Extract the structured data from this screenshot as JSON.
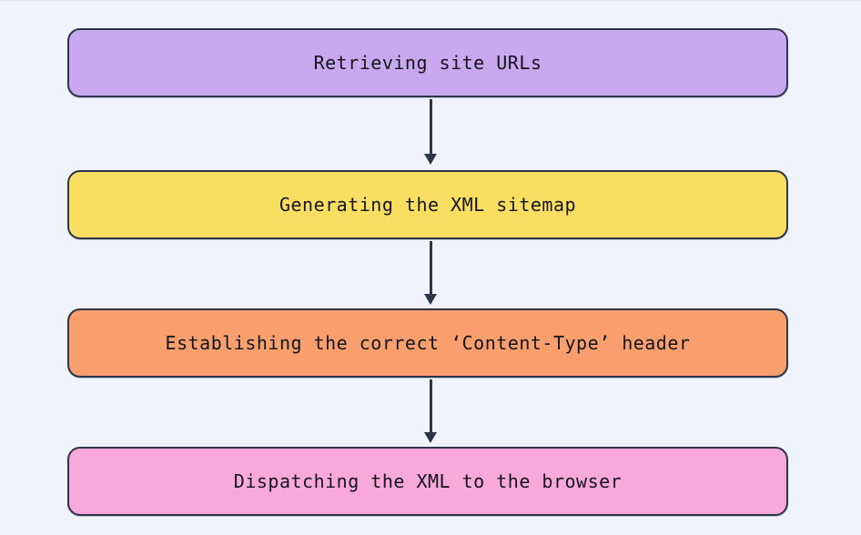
{
  "diagram": {
    "type": "flowchart",
    "orientation": "top-to-bottom",
    "background_color": "#f0f3fc",
    "border_color": "#2b3449",
    "text_color": "#14161c",
    "nodes": [
      {
        "id": "node-0",
        "label": "Retrieving site URLs",
        "fill_color": "#c9a8f0",
        "shape": "rounded-rectangle"
      },
      {
        "id": "node-1",
        "label": "Generating the XML sitemap",
        "fill_color": "#f9de62",
        "shape": "rounded-rectangle"
      },
      {
        "id": "node-2",
        "label": "Establishing the correct ‘Content-Type’ header",
        "fill_color": "#f99f6e",
        "shape": "rounded-rectangle"
      },
      {
        "id": "node-3",
        "label": "Dispatching the XML to the browser",
        "fill_color": "#f9a8dc",
        "shape": "rounded-rectangle"
      }
    ],
    "connectors": [
      {
        "id": "connector-0",
        "from": "node-0",
        "to": "node-1",
        "style": "solid-arrow-down"
      },
      {
        "id": "connector-1",
        "from": "node-1",
        "to": "node-2",
        "style": "solid-arrow-down"
      },
      {
        "id": "connector-2",
        "from": "node-2",
        "to": "node-3",
        "style": "solid-arrow-down"
      }
    ]
  }
}
